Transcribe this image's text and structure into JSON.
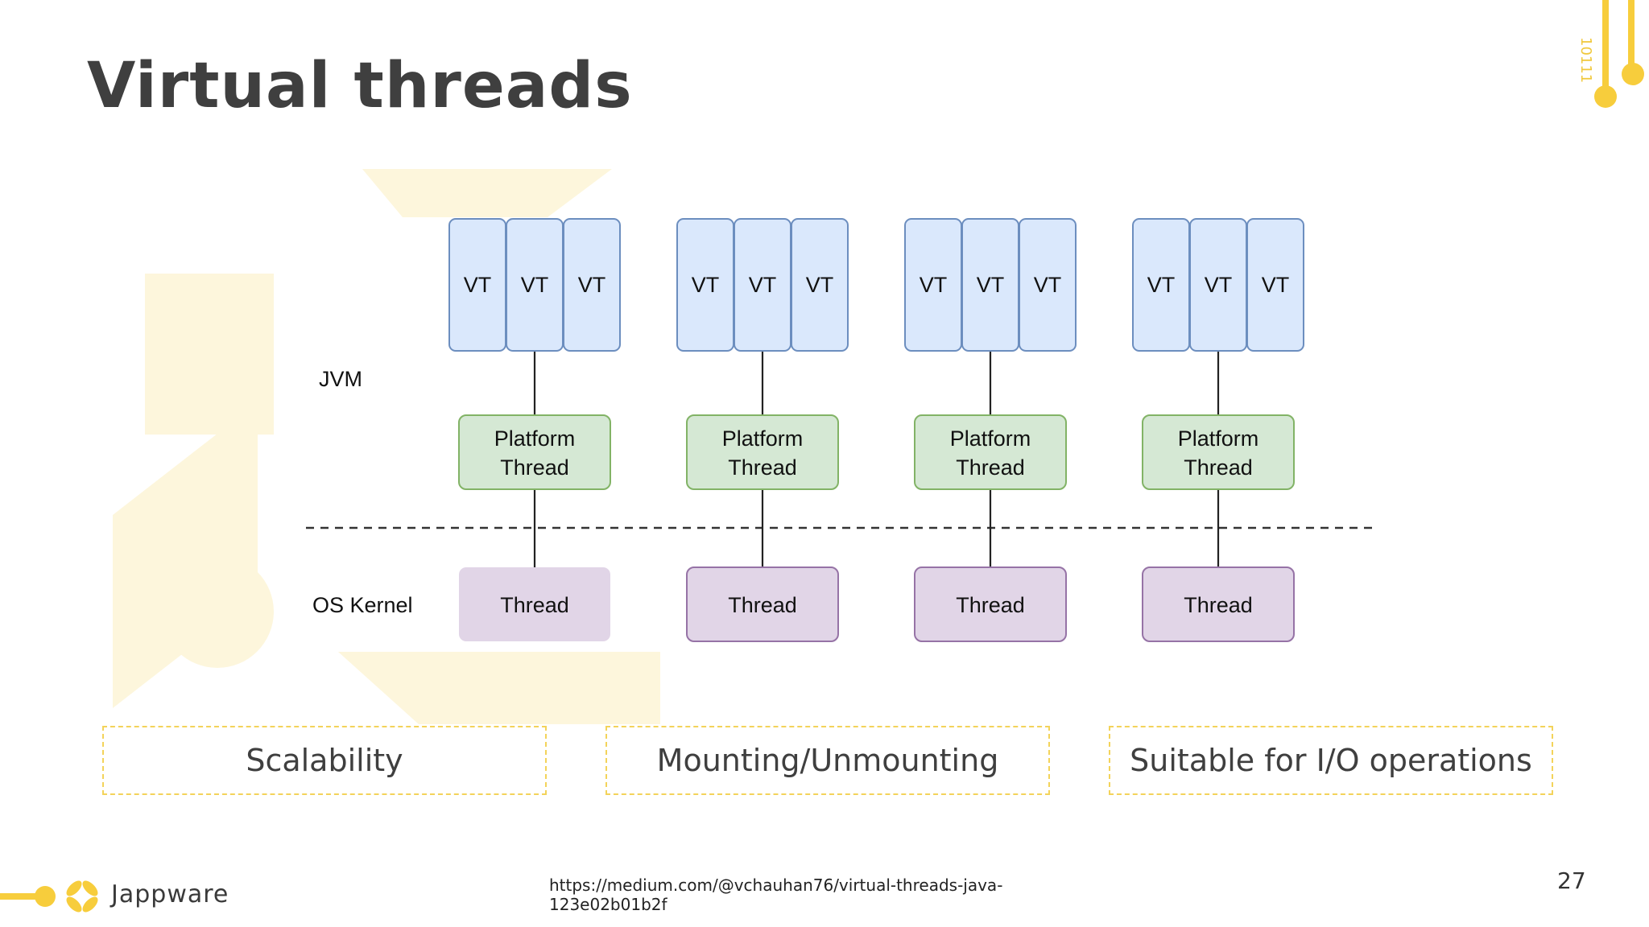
{
  "slide": {
    "title": "Virtual threads",
    "page_number": "27",
    "source_url": "https://medium.com/@vchauhan76/virtual-threads-java-123e02b01b2f",
    "brand": "Jappware",
    "decor_code": "10111"
  },
  "diagram": {
    "layer_labels": {
      "jvm": "JVM",
      "kernel": "OS Kernel"
    },
    "groups": [
      {
        "vts": [
          "VT",
          "VT",
          "VT"
        ],
        "platform": [
          "Platform",
          "Thread"
        ],
        "os_thread": "Thread"
      },
      {
        "vts": [
          "VT",
          "VT",
          "VT"
        ],
        "platform": [
          "Platform",
          "Thread"
        ],
        "os_thread": "Thread"
      },
      {
        "vts": [
          "VT",
          "VT",
          "VT"
        ],
        "platform": [
          "Platform",
          "Thread"
        ],
        "os_thread": "Thread"
      },
      {
        "vts": [
          "VT",
          "VT",
          "VT"
        ],
        "platform": [
          "Platform",
          "Thread"
        ],
        "os_thread": "Thread"
      }
    ]
  },
  "features": [
    "Scalability",
    "Mounting/Unmounting",
    "Suitable for I/O operations"
  ],
  "colors": {
    "vt_fill": "#dae8fc",
    "vt_stroke": "#6c8ebf",
    "platform_fill": "#d5e8d4",
    "platform_stroke": "#82b366",
    "thread_fill": "#e1d5e7",
    "thread_stroke": "#9673a6",
    "accent_yellow": "#f7cd3c",
    "dashed_border": "#f3d35a"
  }
}
